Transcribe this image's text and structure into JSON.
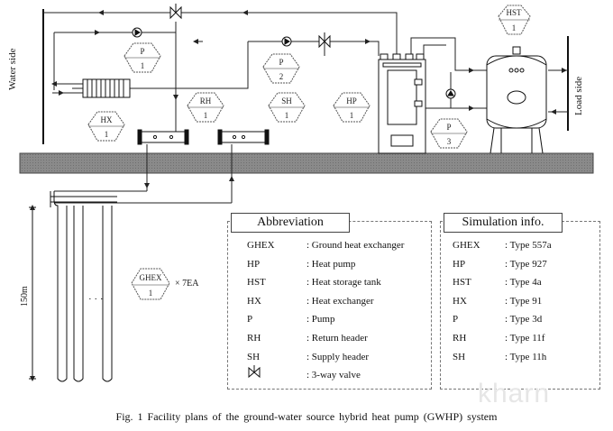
{
  "labels": {
    "water_side": "Water side",
    "load_side": "Load side",
    "depth": "150m",
    "ghex_count": "× 7EA",
    "ellipsis": "· · ·"
  },
  "hex_badges": [
    {
      "top": "HST",
      "bottom": "1"
    },
    {
      "top": "P",
      "bottom": "1"
    },
    {
      "top": "P",
      "bottom": "2"
    },
    {
      "top": "HX",
      "bottom": "1"
    },
    {
      "top": "RH",
      "bottom": "1"
    },
    {
      "top": "SH",
      "bottom": "1"
    },
    {
      "top": "HP",
      "bottom": "1"
    },
    {
      "top": "P",
      "bottom": "3"
    },
    {
      "top": "GHEX",
      "bottom": "1"
    }
  ],
  "abbreviation": {
    "title": "Abbreviation",
    "rows": [
      {
        "key": "GHEX",
        "value": ": Ground heat exchanger"
      },
      {
        "key": "HP",
        "value": ": Heat pump"
      },
      {
        "key": "HST",
        "value": ": Heat storage tank"
      },
      {
        "key": "HX",
        "value": ": Heat exchanger"
      },
      {
        "key": "P",
        "value": ": Pump"
      },
      {
        "key": "RH",
        "value": ": Return header"
      },
      {
        "key": "SH",
        "value": ": Supply header"
      },
      {
        "key": "",
        "value": ": 3-way valve"
      }
    ]
  },
  "simulation": {
    "title": "Simulation info.",
    "rows": [
      {
        "key": "GHEX",
        "value": ": Type 557a"
      },
      {
        "key": "HP",
        "value": ": Type 927"
      },
      {
        "key": "HST",
        "value": ": Type 4a"
      },
      {
        "key": "HX",
        "value": ": Type 91"
      },
      {
        "key": "P",
        "value": ": Type 3d"
      },
      {
        "key": "RH",
        "value": ": Type 11f"
      },
      {
        "key": "SH",
        "value": ": Type 11h"
      }
    ]
  },
  "caption": "Fig. 1   Facility plans of the ground-water source hybrid heat pump (GWHP) system",
  "watermark": "kharn"
}
